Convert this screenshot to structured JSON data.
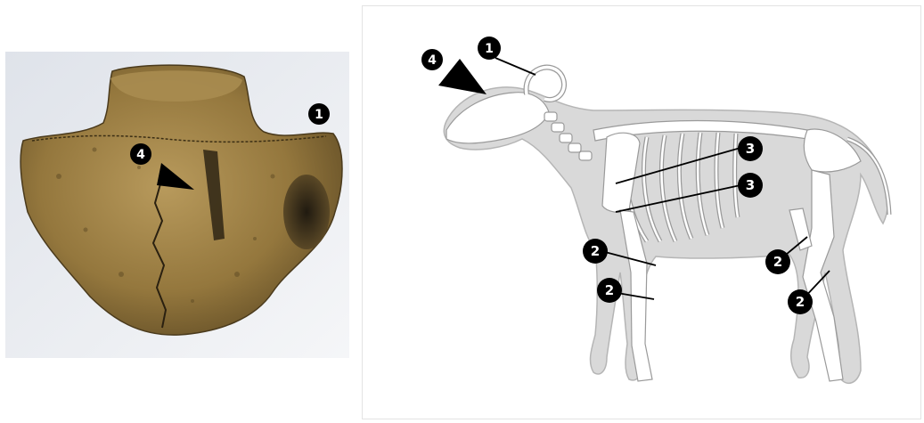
{
  "photo": {
    "markers": [
      {
        "id": "marker-1",
        "label": "1"
      },
      {
        "id": "marker-4",
        "label": "4"
      }
    ]
  },
  "diagram": {
    "markers": [
      {
        "id": "marker-1",
        "label": "1"
      },
      {
        "id": "marker-4",
        "label": "4"
      },
      {
        "id": "marker-3a",
        "label": "3"
      },
      {
        "id": "marker-3b",
        "label": "3"
      },
      {
        "id": "marker-2a",
        "label": "2"
      },
      {
        "id": "marker-2b",
        "label": "2"
      },
      {
        "id": "marker-2c",
        "label": "2"
      },
      {
        "id": "marker-2d",
        "label": "2"
      }
    ]
  },
  "colors": {
    "marker_fill": "#000000",
    "marker_text": "#ffffff",
    "sheep_fill": "#d9d9d9",
    "sheep_outline": "#b5b5b5",
    "bone_fill": "#ffffff",
    "bone_color_photo": "#a98a4e"
  }
}
